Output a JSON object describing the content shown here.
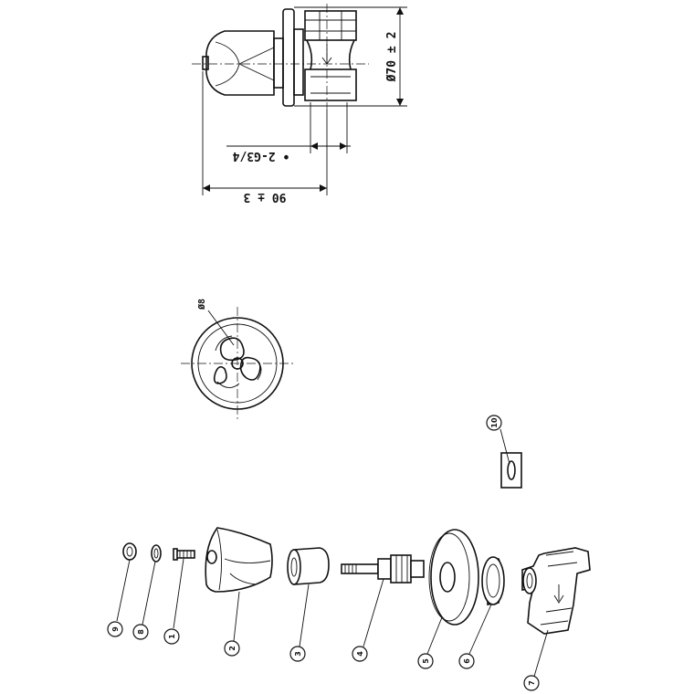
{
  "dimensions": {
    "diameter_label": "Ø70 ± 2",
    "thread_label": "• 2-G3/4",
    "length_label": "90 ± 3",
    "hole_label": "Ø8"
  },
  "parts": [
    {
      "number": "9"
    },
    {
      "number": "8"
    },
    {
      "number": "1"
    },
    {
      "number": "2"
    },
    {
      "number": "3"
    },
    {
      "number": "4"
    },
    {
      "number": "5"
    },
    {
      "number": "6"
    },
    {
      "number": "7"
    },
    {
      "number": "10"
    }
  ]
}
